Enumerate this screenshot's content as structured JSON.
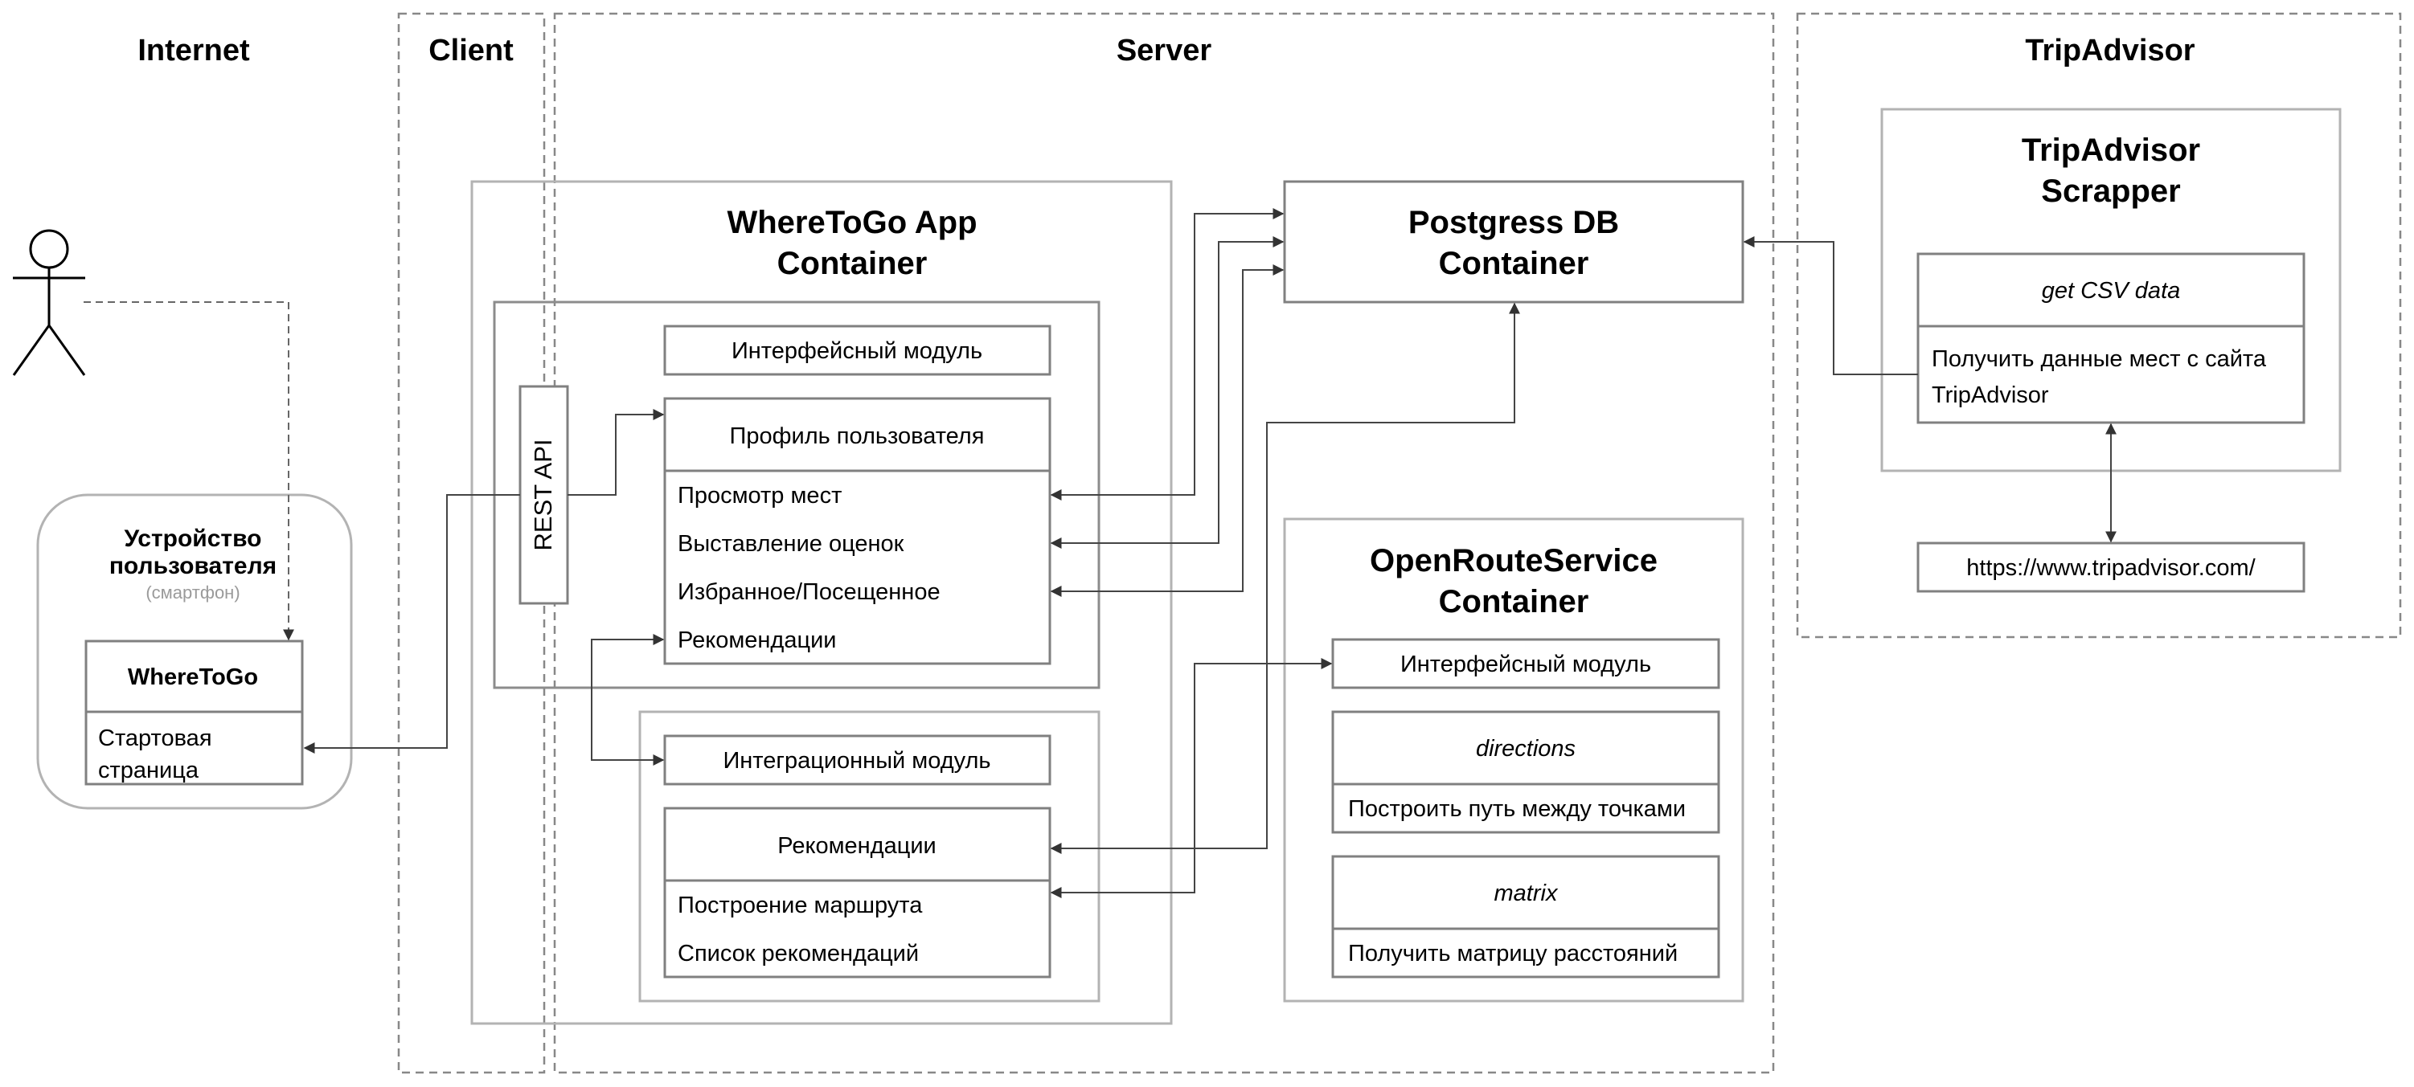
{
  "zones": {
    "internet": "Internet",
    "client": "Client",
    "server": "Server",
    "tripadvisor": "TripAdvisor"
  },
  "device": {
    "title_line1": "Устройство",
    "title_line2": "пользователя",
    "subtitle": "(смартфон)",
    "app_name": "WhereToGo",
    "start_line1": "Стартовая",
    "start_line2": "страница"
  },
  "rest_api": "REST API",
  "app_container": {
    "title_line1": "WhereToGo App",
    "title_line2": "Container",
    "interface_module": "Интерфейсный модуль",
    "profile_header": "Профиль пользователя",
    "profile_items": [
      "Просмотр мест",
      "Выставление оценок",
      "Избранное/Посещенное",
      "Рекомендации"
    ],
    "integration_module": "Интеграционный модуль",
    "recs_header": "Рекомендации",
    "recs_items": [
      "Построение маршрута",
      "Список рекомендаций"
    ]
  },
  "postgres": {
    "title_line1": "Postgress DB",
    "title_line2": "Container"
  },
  "ors": {
    "title_line1": "OpenRouteService",
    "title_line2": "Container",
    "interface_module": "Интерфейсный модуль",
    "directions_header": "directions",
    "directions_item": "Построить путь между точками",
    "matrix_header": "matrix",
    "matrix_item": "Получить матрицу расстояний"
  },
  "scrapper": {
    "title_line1": "TripAdvisor",
    "title_line2": "Scrapper",
    "csv_header": "get CSV data",
    "csv_line1": "Получить данные мест с сайта",
    "csv_line2": "TripAdvisor",
    "url": "https://www.tripadvisor.com/"
  }
}
